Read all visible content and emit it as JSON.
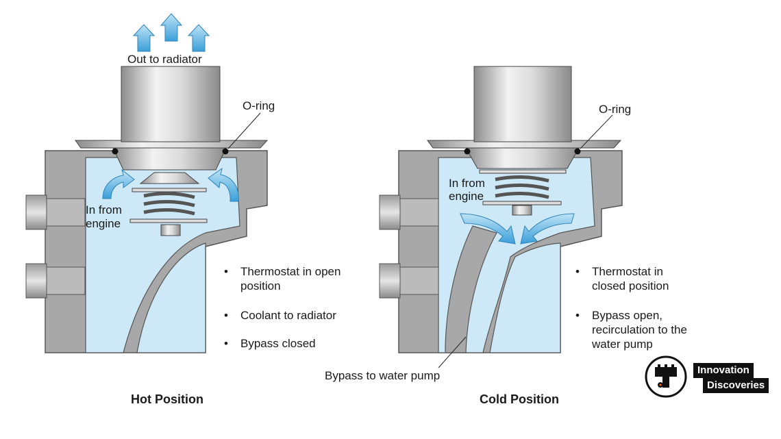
{
  "hot": {
    "out_label": "Out to radiator",
    "oring_label": "O-ring",
    "in_label_1": "In from",
    "in_label_2": "engine",
    "bullets": [
      {
        "l1": "Thermostat in open",
        "l2": "position"
      },
      {
        "l1": "Coolant to radiator",
        "l2": ""
      },
      {
        "l1": "Bypass closed",
        "l2": ""
      }
    ],
    "caption": "Hot Position"
  },
  "cold": {
    "oring_label": "O-ring",
    "in_label_1": "In from",
    "in_label_2": "engine",
    "bullets": [
      {
        "l1": "Thermostat in",
        "l2": "closed position",
        "l3": ""
      },
      {
        "l1": "Bypass open,",
        "l2": "recirculation to the",
        "l3": "water pump"
      }
    ],
    "bypass_label": "Bypass to water pump",
    "caption": "Cold Position"
  },
  "logo": {
    "line1": "Innovation",
    "line2": "Discoveries"
  },
  "bullet_char": "•",
  "colors": {
    "coolant": "#cde8f6",
    "housing": "#a8a8a8",
    "arrow": "#4aa8dc",
    "metal": "#c9c9c9"
  }
}
